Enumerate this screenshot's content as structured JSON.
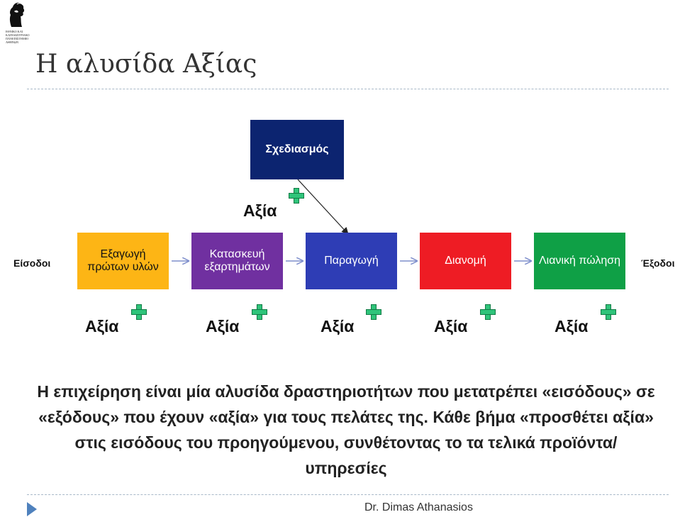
{
  "logo": {
    "text": "ΕΘΝΙΚΟ ΚΑΙ ΚΑΠΟΔΙΣΤΡΙΑΚΟ ΠΑΝΕΠΙΣΤΗΜΙΟ ΑΘΗΝΩΝ"
  },
  "slide": {
    "title": "Η αλυσίδα Αξίας"
  },
  "diagram": {
    "top_box": "Σχεδιασμός",
    "top_value": "Αξία",
    "input_label": "Είσοδοι",
    "output_label": "Έξοδοι",
    "steps": [
      {
        "label": "Εξαγωγή πρώτων υλών",
        "value": "Αξία",
        "color": "#fdb515"
      },
      {
        "label": "Κατασκευή εξαρτημάτων",
        "value": "Αξία",
        "color": "#7030a0"
      },
      {
        "label": "Παραγωγή",
        "value": "Αξία",
        "color": "#2e3db5"
      },
      {
        "label": "Διανομή",
        "value": "Αξία",
        "color": "#ee1c24"
      },
      {
        "label": "Λιανική πώληση",
        "value": "Αξία",
        "color": "#0fa046"
      }
    ],
    "top_color": "#0c2470",
    "plus_color": "#2fc47a"
  },
  "description": "Η επιχείρηση είναι μία αλυσίδα δραστηριοτήτων που μετατρέπει «εισόδους» σε «εξόδους» που έχουν «αξία» για τους πελάτες της. Κάθε βήμα «προσθέτει αξία» στις εισόδους του προηγούμενου, συνθέτοντας το τα τελικά προϊόντα/ υπηρεσίες",
  "footer": {
    "author": "Dr. Dimas Athanasios"
  }
}
